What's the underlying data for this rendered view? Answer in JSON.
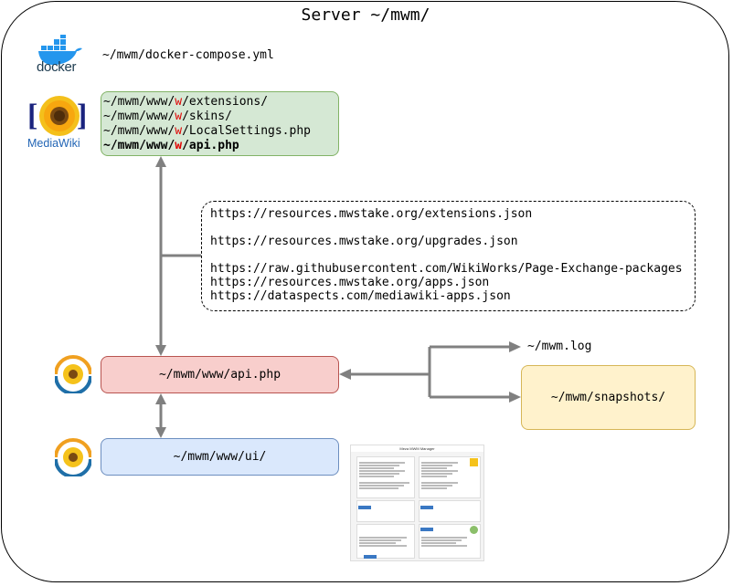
{
  "server": {
    "title": "Server ~/mwm/"
  },
  "docker": {
    "logo_text": "docker",
    "compose_path": "~/mwm/docker-compose.yml"
  },
  "mediawiki": {
    "logo_text": "MediaWiki",
    "paths": [
      {
        "prefix": "~/mwm/www/",
        "w": "w",
        "suffix": "/extensions/",
        "bold": false
      },
      {
        "prefix": "~/mwm/www/",
        "w": "w",
        "suffix": "/skins/",
        "bold": false
      },
      {
        "prefix": "~/mwm/www/",
        "w": "w",
        "suffix": "/LocalSettings.php",
        "bold": false
      },
      {
        "prefix": "~/mwm/www/",
        "w": "w",
        "suffix": "/api.php",
        "bold": true
      }
    ]
  },
  "sources": {
    "urls": [
      "https://resources.mwstake.org/extensions.json",
      "",
      "https://resources.mwstake.org/upgrades.json",
      "",
      "https://raw.githubusercontent.com/WikiWorks/Page-Exchange-packages",
      "https://resources.mwstake.org/apps.json",
      "https://dataspects.com/mediawiki-apps.json"
    ]
  },
  "mwm_api": {
    "label": "~/mwm/www/api.php"
  },
  "mwm_ui": {
    "label": "~/mwm/www/ui/"
  },
  "log": {
    "label": "~/mwm.log"
  },
  "snapshots": {
    "label": "~/mwm/snapshots/"
  },
  "ui_preview": {
    "heading": "Meza MWM Manager"
  },
  "colors": {
    "green_fill": "#d5e8d4",
    "red_fill": "#f8cecc",
    "blue_fill": "#dae8fc",
    "yellow_fill": "#fff2cc",
    "arrow": "#808080",
    "w_highlight": "#e00000",
    "docker_blue": "#2496ed"
  }
}
